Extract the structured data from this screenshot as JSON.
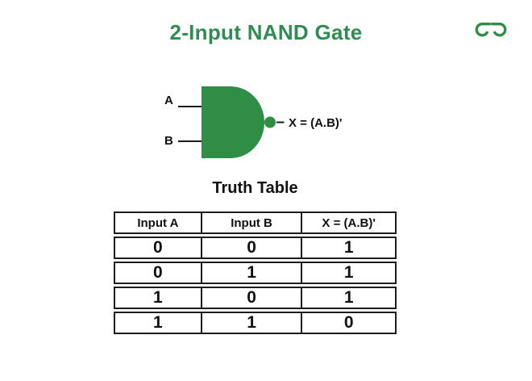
{
  "page": {
    "title": "2-Input NAND Gate",
    "background": "#ffffff"
  },
  "colors": {
    "brand_green": "#2f8d46",
    "title_green": "#2f8d53",
    "ink": "#111111",
    "table_border": "#1d1d1d",
    "wire_black": "#1b1b1b"
  },
  "icons": {
    "logo": "geeksforgeeks-monogram"
  },
  "diagram": {
    "input_a_label": "A",
    "input_b_label": "B",
    "output_label": "X = (A.B)'"
  },
  "truth_table": {
    "heading": "Truth Table",
    "columns": [
      "Input A",
      "Input B",
      "X = (A.B)'"
    ],
    "rows": [
      [
        "0",
        "0",
        "1"
      ],
      [
        "0",
        "1",
        "1"
      ],
      [
        "1",
        "0",
        "1"
      ],
      [
        "1",
        "1",
        "0"
      ]
    ]
  }
}
